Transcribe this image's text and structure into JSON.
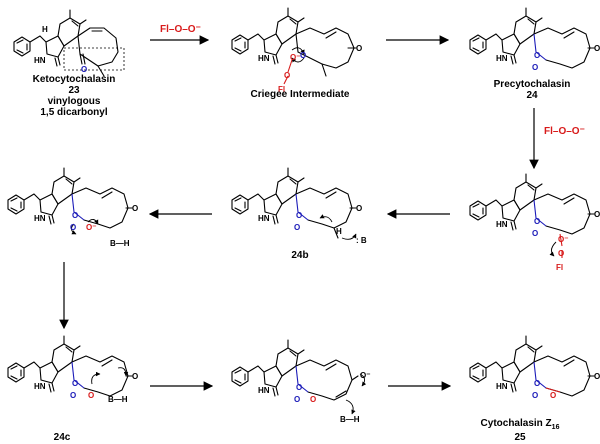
{
  "labels": {
    "ketocytochalasin_name": "Ketocytochalasin",
    "ketocytochalasin_number": "23",
    "ketocytochalasin_note1": "vinylogous",
    "ketocytochalasin_note2": "1,5 dicarbonyl",
    "criegee": "Criegee Intermediate",
    "precytochalasin_name": "Precytochalasin",
    "precytochalasin_number": "24",
    "compound_24b": "24b",
    "compound_24c": "24c",
    "cytochalasin_name": "Cytochalasin Z",
    "cytochalasin_subscript": "16",
    "cytochalasin_number": "25"
  },
  "reagents": {
    "fl_oo_top": "Fl–O–O⁻",
    "fl_oo_right": "Fl–O–O⁻"
  },
  "atoms": {
    "O": "O",
    "H": "H",
    "HN": "HN",
    "Fl": "Fl",
    "B": ": B",
    "BH": "B—H",
    "O_minus": "O⁻"
  },
  "colors": {
    "reagent": "#d81a1a",
    "oxygen_blue": "#1a1ab8",
    "oxygen_red": "#d81a1a"
  }
}
